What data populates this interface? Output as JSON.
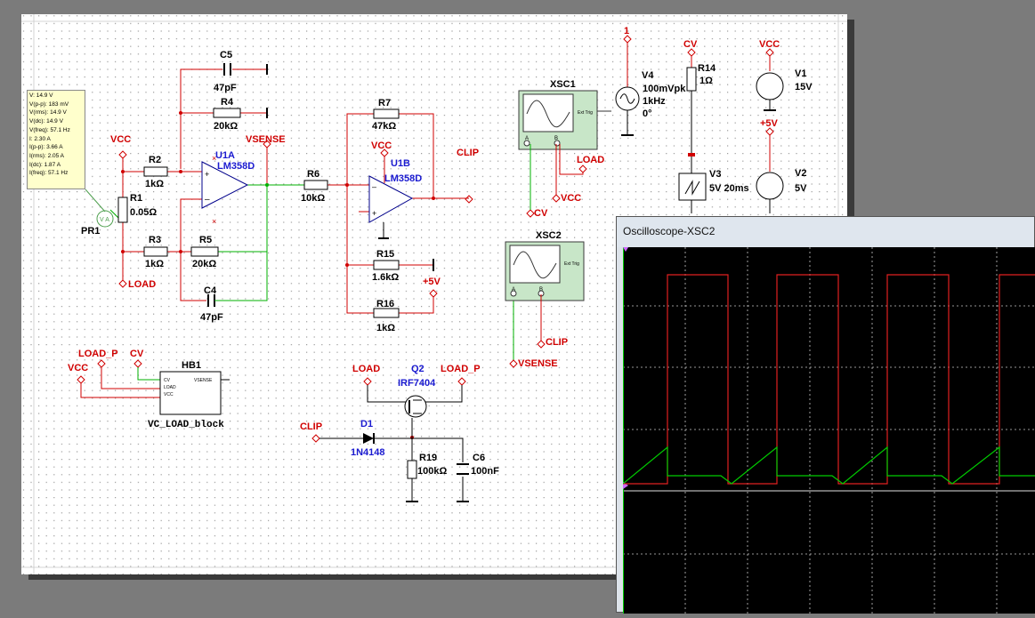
{
  "probe": {
    "lines": [
      "V: 14.9 V",
      "V(p-p): 183 mV",
      "V(rms): 14.9 V",
      "V(dc): 14.9 V",
      "V(freq): 57.1 Hz",
      "I: 2.30 A",
      "I(p-p): 3.66 A",
      "I(rms): 2.05 A",
      "I(dc): 1.87 A",
      "I(freq): 57.1 Hz"
    ]
  },
  "labels": {
    "vcc": "VCC",
    "load": "LOAD",
    "vsense": "VSENSE",
    "clip": "CLIP",
    "cv": "CV",
    "load_p": "LOAD_P",
    "plus5v": "+5V",
    "one": "1",
    "pr1": "PR1",
    "va": "V A",
    "r1": "R1",
    "r1v": "0.05Ω",
    "r2": "R2",
    "r2v": "1kΩ",
    "r3": "R3",
    "r3v": "1kΩ",
    "r4": "R4",
    "r4v": "20kΩ",
    "r5": "R5",
    "r5v": "20kΩ",
    "r6": "R6",
    "r6v": "10kΩ",
    "r7": "R7",
    "r7v": "47kΩ",
    "r14": "R14",
    "r14v": "1Ω",
    "r15": "R15",
    "r15v": "1.6kΩ",
    "r16": "R16",
    "r16v": "1kΩ",
    "r19": "R19",
    "r19v": "100kΩ",
    "c4": "C4",
    "c4v": "47pF",
    "c5": "C5",
    "c5v": "47pF",
    "c6": "C6",
    "c6v": "100nF",
    "u1a": "U1A",
    "u1b": "U1B",
    "lm358": "LM358D",
    "v1": "V1",
    "v1v": "15V",
    "v2": "V2",
    "v2v": "5V",
    "v3": "V3",
    "v3v": "5V 20ms",
    "v4": "V4",
    "v4v1": "100mVpk",
    "v4v2": "1kHz",
    "v4v3": "0°",
    "xsc1": "XSC1",
    "xsc2": "XSC2",
    "ext_trig": "Ext Trig",
    "ch_a": "A",
    "ch_b": "B",
    "hb1": "HB1",
    "hb1_name": "VC_LOAD_block",
    "hb1_pins": [
      "CV",
      "LOAD",
      "VCC",
      "VSENSE"
    ],
    "q2": "Q2",
    "q2v": "IRF7404",
    "d1": "D1",
    "d1v": "1N4148"
  },
  "oscilloscope": {
    "title": "Oscilloscope-XSC2",
    "trace_a_color": "#00cc00",
    "trace_b_color": "#e02020",
    "cursor1_color": "#cc66ff"
  }
}
